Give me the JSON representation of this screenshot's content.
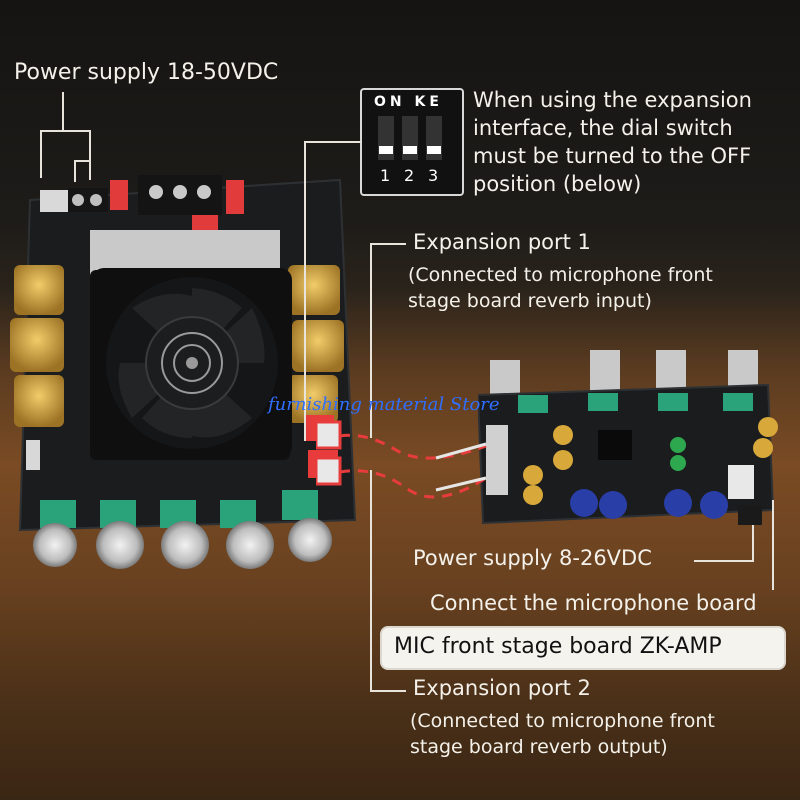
{
  "labels": {
    "power_main": "Power supply 18-50VDC",
    "dip_on": "ON KE",
    "dip_nums": [
      "1",
      "2",
      "3"
    ],
    "dip_note": [
      "When using the expansion",
      "interface, the dial switch",
      "must be turned to the OFF",
      "position (below)"
    ],
    "port1_title": "Expansion port 1",
    "port1_desc": [
      "(Connected to microphone front",
      "stage board reverb input)"
    ],
    "watermark": "furnishing material Store",
    "power_small": "Power supply 8-26VDC",
    "connect_mic": "Connect the microphone board",
    "mic_board": "MIC front stage board ZK-AMP",
    "port2_title": "Expansion port 2",
    "port2_desc": [
      "(Connected to microphone front",
      "stage board reverb output)"
    ]
  },
  "colors": {
    "label_text": "#f4f1ea",
    "pcb": "#1a1c1e",
    "knob_housing": "#2aa37a",
    "connector": "#e83c3c",
    "capacitor": "#d8a83a",
    "capacitor_blue": "#2a3ea8"
  },
  "icons": [
    "cooling-fan-icon",
    "dip-switch-icon"
  ]
}
